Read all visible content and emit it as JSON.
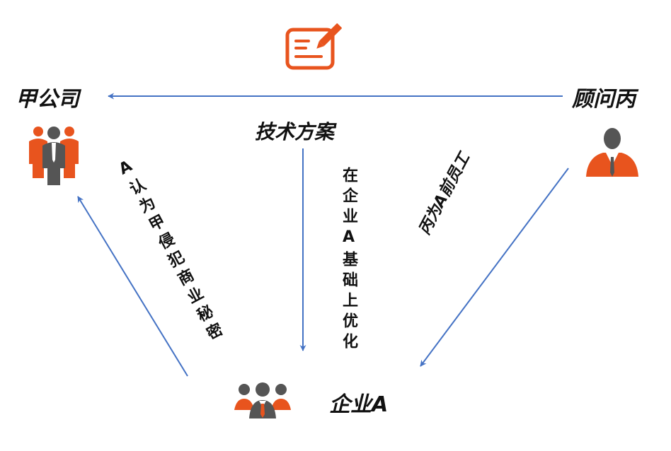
{
  "nodes": {
    "jia": {
      "label": "甲公司"
    },
    "gu": {
      "label": "顾问丙"
    },
    "qiye": {
      "label": "企业A"
    }
  },
  "edges": {
    "fangan": "技术方案",
    "optimize": "在企业A基础上优化",
    "qin": "A认为甲侵犯商业秘密",
    "qian": "丙为A前员工"
  },
  "colors": {
    "arrow": "#4472C4",
    "accent": "#E8541E",
    "person": "#555555"
  },
  "icons": {
    "document": "document-pen-icon",
    "jia": "business-team-icon",
    "gu": "business-person-icon",
    "qiye": "business-team-icon"
  }
}
